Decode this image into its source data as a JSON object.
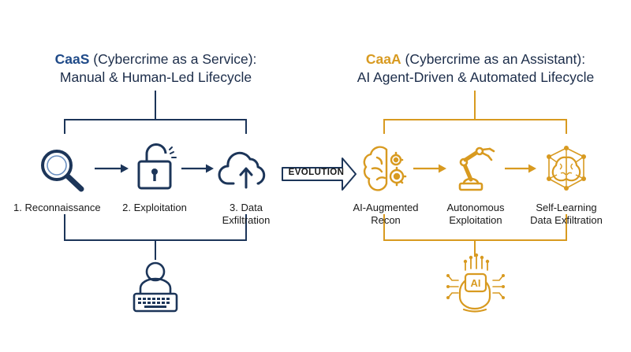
{
  "left": {
    "title_abbr": "CaaS",
    "title_rest": " (Cybercrime as a Service):",
    "title_line2": "Manual & Human-Led Lifecycle",
    "steps": [
      {
        "line1": "1. Reconnaissance",
        "line2": "",
        "icon": "magnifier-icon"
      },
      {
        "line1": "2. Exploitation",
        "line2": "",
        "icon": "unlocked-padlock-icon"
      },
      {
        "line1": "3. Data",
        "line2": "Exfiltration",
        "icon": "cloud-upload-icon"
      }
    ],
    "actor_icon": "person-at-keyboard-icon",
    "color": "#1f4a88"
  },
  "evolution_label": "EVOLUTION",
  "right": {
    "title_abbr": "CaaA",
    "title_rest": " (Cybercrime as an Assistant):",
    "title_line2": "AI Agent-Driven & Automated Lifecycle",
    "steps": [
      {
        "line1": "AI-Augmented",
        "line2": "Recon",
        "icon": "brain-gears-icon"
      },
      {
        "line1": "Autonomous",
        "line2": "Exploitation",
        "icon": "robot-arm-icon"
      },
      {
        "line1": "Self-Learning",
        "line2": "Data Exfiltration",
        "icon": "neural-brain-icon"
      }
    ],
    "actor_icon": "ai-agent-head-icon",
    "actor_badge": "AI",
    "color": "#d89a20"
  }
}
